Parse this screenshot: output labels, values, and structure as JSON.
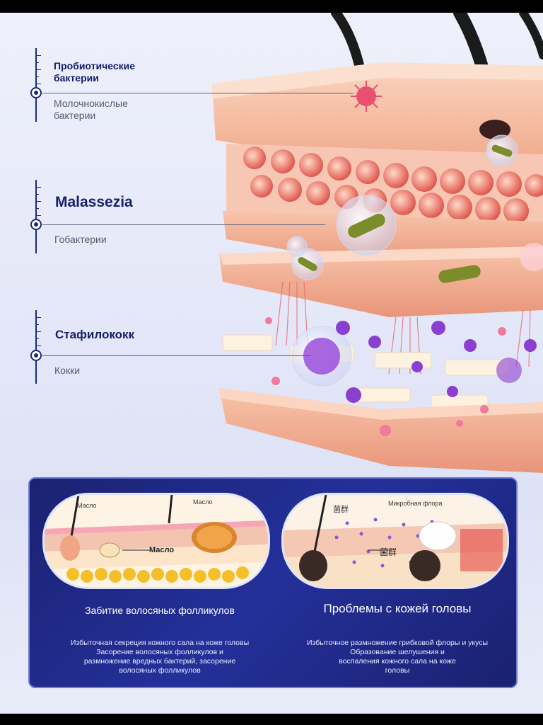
{
  "layers": [
    {
      "title": "Пробиотические бактерии",
      "title_line1": "Пробиотические",
      "title_line2": "бактерии",
      "subtitle_line1": "Молочнокислые",
      "subtitle_line2": "бактерии"
    },
    {
      "title": "Malassezia",
      "subtitle": "Гобактерии"
    },
    {
      "title": "Стафилококк",
      "subtitle": "Кокки"
    }
  ],
  "panels": [
    {
      "title": "Забитие волосяных фолликулов",
      "label_top_left": "Масло",
      "label_top_right": "Масло",
      "label_center": "Масло",
      "desc_line1": "Избыточная секреция кожного сала на коже головы",
      "desc_line2": "Засорение волосяных фолликулов и",
      "desc_line3": "размножение вредных бактерий, засорение",
      "desc_line4": "волосяных фолликулов"
    },
    {
      "title": "Проблемы с кожей головы",
      "label_top_left": "菌群",
      "label_top_right": "Микробная флора",
      "label_center": "菌群",
      "desc_line1": "Избыточное размножение грибковой флоры и укусы",
      "desc_line2": "Образование шелушения и",
      "desc_line3": "воспаления кожного сала на коже",
      "desc_line4": "головы"
    }
  ],
  "colors": {
    "accent": "#1c2a7a",
    "panel": "#1f2a86",
    "skin": "#f3b49a",
    "bacteria": "#8b3fd1"
  }
}
